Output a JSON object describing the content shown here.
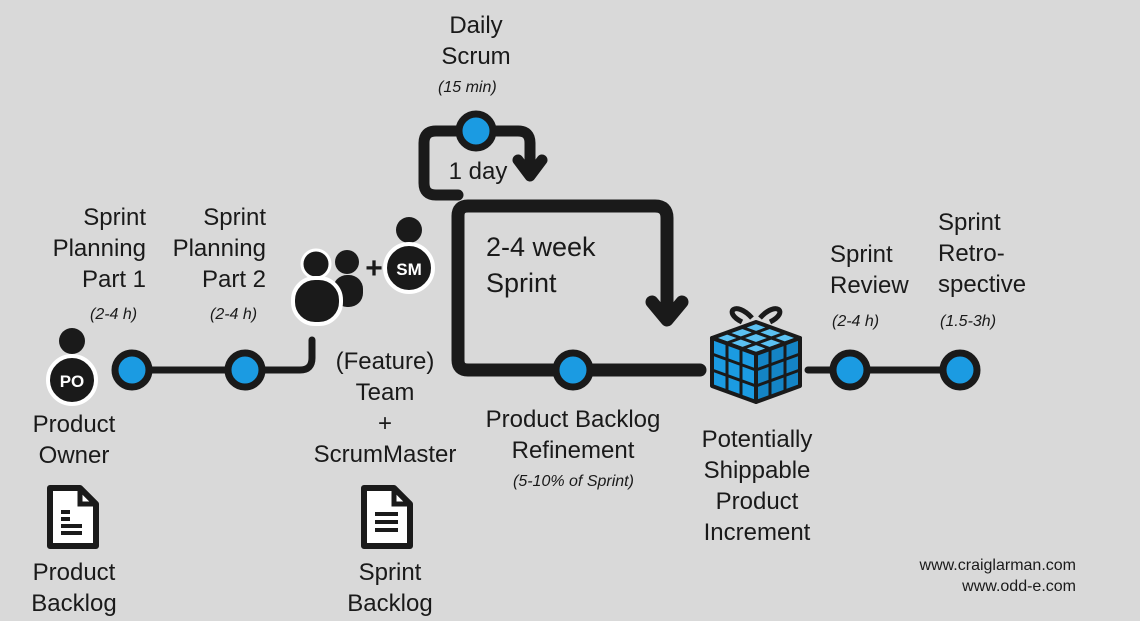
{
  "colors": {
    "background": "#d9d9d9",
    "line": "#1a1a1a",
    "node": "#1b9be2",
    "gift": "#2aa6e8"
  },
  "events": {
    "daily_scrum": {
      "label": "Daily\nScrum",
      "duration": "(15 min)"
    },
    "day_loop": "1 day",
    "sprint_loop": "2-4 week\nSprint",
    "planning_1": {
      "label": "Sprint\nPlanning\nPart 1",
      "duration": "(2-4 h)"
    },
    "planning_2": {
      "label": "Sprint\nPlanning\nPart 2",
      "duration": "(2-4 h)"
    },
    "review": {
      "label": "Sprint\nReview",
      "duration": "(2-4 h)"
    },
    "retro": {
      "label": "Sprint\nRetro-\nspective",
      "duration": "(1.5-3h)"
    },
    "refinement": {
      "label": "Product Backlog\nRefinement",
      "duration": "(5-10% of Sprint)"
    }
  },
  "roles": {
    "po_badge": "PO",
    "po_label": "Product\nOwner",
    "sm_badge": "SM",
    "plus": "+",
    "team_label": "(Feature)\nTeam\n+\nScrumMaster"
  },
  "artifacts": {
    "product_backlog": "Product\nBacklog",
    "sprint_backlog": "Sprint\nBacklog",
    "increment": "Potentially\nShippable\nProduct\nIncrement"
  },
  "footer": {
    "credits": "www.craiglarman.com\nwww.odd-e.com"
  }
}
